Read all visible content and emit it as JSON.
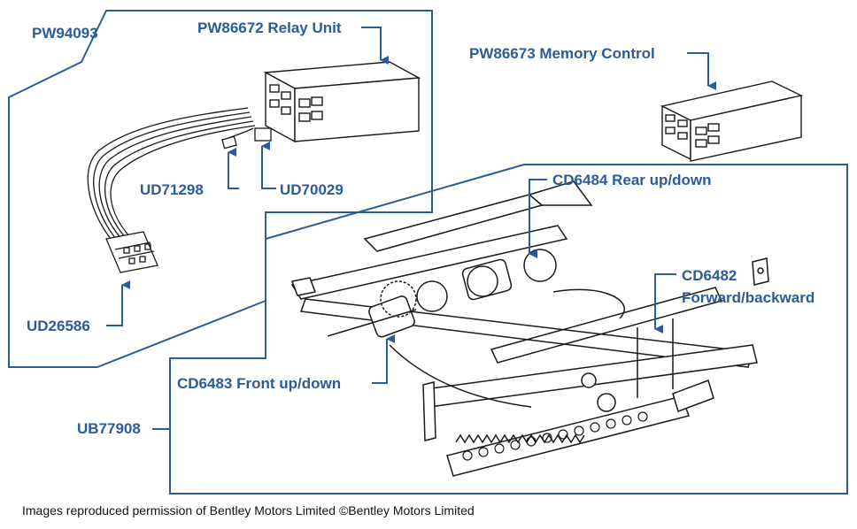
{
  "colors": {
    "label": "#2b5c9a",
    "frame": "#2b5c9a",
    "drawing": "#1a1a1a"
  },
  "labels": {
    "pw94093": "PW94093",
    "pw86672": "PW86672 Relay Unit",
    "pw86673": "PW86673 Memory Control",
    "ud71298": "UD71298",
    "ud70029": "UD70029",
    "ud26586": "UD26586",
    "cd6484": "CD6484 Rear up/down",
    "cd6482_line1": "CD6482",
    "cd6482_line2": "Forward/backward",
    "cd6483": "CD6483 Front up/down",
    "ub77908": "UB77908"
  },
  "credit": "Images reproduced permission of Bentley Motors Limited ©Bentley Motors Limited"
}
